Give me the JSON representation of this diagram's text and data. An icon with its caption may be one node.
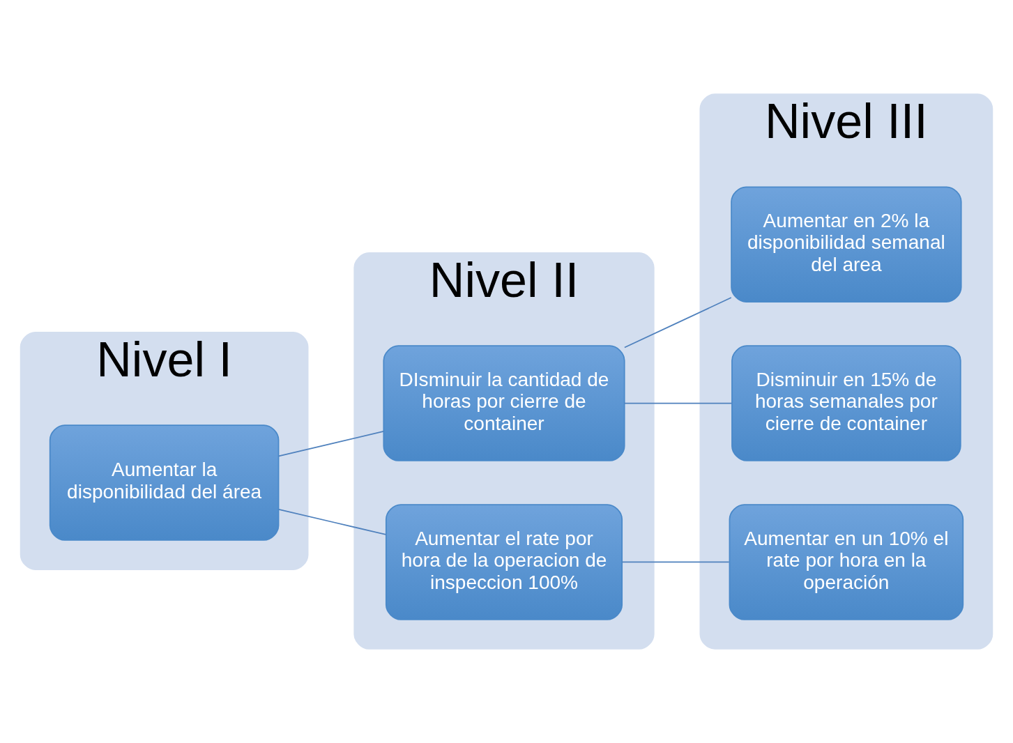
{
  "diagram": {
    "nodes": [
      {
        "text": [
          "Nivel I"
        ]
      },
      {
        "text": [
          "Aumentar la disponibilidad del área"
        ],
        "in": 0
      },
      {
        "text": [
          "Nivel II"
        ]
      },
      {
        "text": [
          "DIsminuir la cantidad de horas por cierre de container"
        ],
        "in": 2
      },
      {
        "text": [
          "Aumentar el rate por hora de la operacion de inspeccion 100%"
        ],
        "in": 2
      },
      {
        "text": [
          "Nivel III"
        ]
      },
      {
        "text": [
          "Aumentar en 2% la disponibilidad semanal del area"
        ],
        "in": 5
      },
      {
        "text": [
          "Disminuir en 15% de horas semanales por cierre de container"
        ],
        "in": 5
      },
      {
        "text": [
          "Aumentar en un 10% el rate por hora en la operación"
        ],
        "in": 5
      }
    ],
    "edges": [
      {
        "from": 1,
        "to": 3,
        "arrow": "none"
      },
      {
        "from": 1,
        "to": 4,
        "arrow": "none"
      },
      {
        "from": 3,
        "to": 6,
        "arrow": "none"
      },
      {
        "from": 3,
        "to": 7,
        "arrow": "none"
      },
      {
        "from": 4,
        "to": 8,
        "arrow": "none"
      }
    ]
  }
}
